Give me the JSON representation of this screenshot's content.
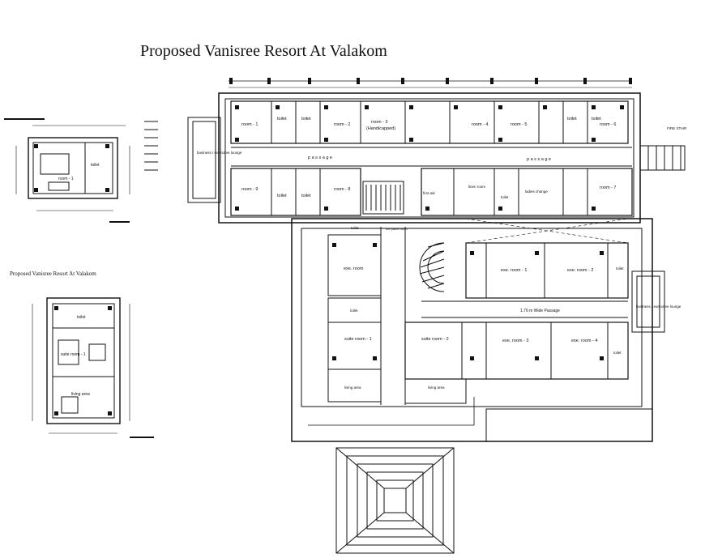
{
  "titles": {
    "main": "Proposed Vanisree Resort At Valakom",
    "detail": "Proposed Vanisree Resort At Valakom"
  },
  "main_plan": {
    "rooms_top": [
      "room - 1",
      "toilet",
      "toilet",
      "room - 2",
      "room - 3",
      "(Handicapped)",
      "room - 4",
      "room - 5",
      "toilet",
      "toilet",
      "room - 6"
    ],
    "passage": "p a s s a g e",
    "passage_right": "p a s s a g e",
    "business_lounge_left": "business / executive lounge",
    "rooms_second": [
      "room - 9",
      "toilet",
      "toilet",
      "room - 8"
    ],
    "first_aid": "first aid",
    "linen_room": "linen room",
    "ladies_change": "ladies change",
    "room7": "room - 7",
    "toilet_small": "toilet",
    "fire_stair": "FIRE STAIR",
    "toilet_a": "toilet",
    "fire_panel_room": "fire panel room",
    "exe_room_1": "exe. room - 1",
    "exe_room_2": "exe. room - 2",
    "exe_room": "exe. room",
    "toilet_b": "toilet",
    "toilet_c": "toilet",
    "wide_passage": "1.76 m Wide Passage",
    "business_lounge_right": "business / executive lounge",
    "suite_room_1": "suite room - 1",
    "suite_room_2": "suite room - 2",
    "exe_room_3": "exe. room - 3",
    "exe_room_4": "exe. room - 4",
    "toilet_d": "toilet",
    "living_area_1": "living area",
    "living_area_2": "living area"
  },
  "detail_plan_1": {
    "room": "room - 1",
    "toilet": "toilet"
  },
  "detail_plan_2": {
    "toilet": "toilet",
    "suite_room": "suite room - 1",
    "living_area": "living area"
  }
}
